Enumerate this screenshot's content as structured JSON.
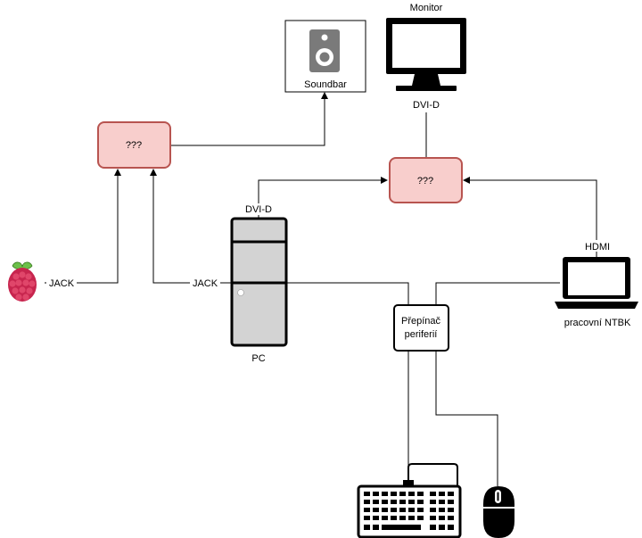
{
  "nodes": {
    "soundbar": {
      "label": "Soundbar"
    },
    "monitor": {
      "label": "Monitor"
    },
    "unknown_audio": {
      "label": "???"
    },
    "unknown_video": {
      "label": "???"
    },
    "pc": {
      "label": "PC"
    },
    "laptop": {
      "label": "pracovní NTBK"
    },
    "kvm_switch": {
      "label_line1": "Přepínač",
      "label_line2": "periferií"
    }
  },
  "edge_labels": {
    "monitor_input": "DVI-D",
    "pc_video_out": "DVI-D",
    "pc_jack": "JACK",
    "raspberry_jack": "JACK",
    "laptop_hdmi": "HDMI"
  },
  "colors": {
    "unknown_fill": "#f8cecc",
    "unknown_stroke": "#b85450",
    "pc_fill": "#d3d3d3"
  },
  "icons": {
    "raspberry": "raspberry-pi-icon",
    "speaker": "speaker-icon",
    "monitor": "monitor-icon",
    "pc": "pc-tower-icon",
    "laptop": "laptop-icon",
    "keyboard": "keyboard-icon",
    "mouse": "mouse-icon"
  }
}
